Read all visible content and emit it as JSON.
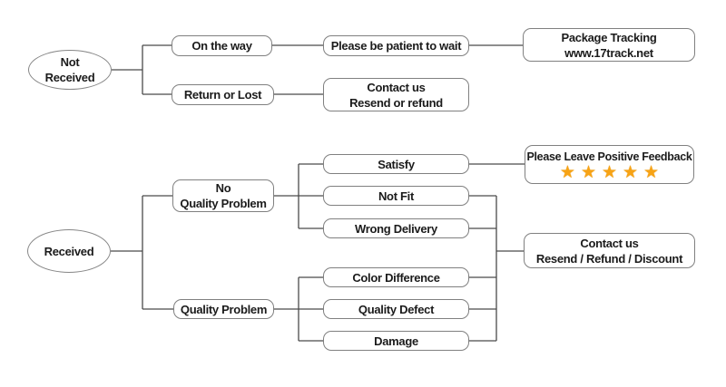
{
  "flowchart": {
    "nodes": {
      "not_received": "Not\nReceived",
      "on_the_way": "On the way",
      "please_wait": "Please be patient to wait",
      "package_tracking": "Package Tracking\nwww.17track.net",
      "return_or_lost": "Return or Lost",
      "contact_us_resend_refund": "Contact us\nResend or refund",
      "received": "Received",
      "no_quality_problem": "No\nQuality Problem",
      "satisfy": "Satisfy",
      "not_fit": "Not Fit",
      "wrong_delivery": "Wrong Delivery",
      "quality_problem": "Quality Problem",
      "color_difference": "Color Difference",
      "quality_defect": "Quality Defect",
      "damage": "Damage",
      "positive_feedback": "Please Leave Positive Feedback",
      "contact_us_resend_refund_discount": "Contact us\nResend / Refund / Discount"
    },
    "feedback_stars": {
      "count": 5,
      "glyphs": "★★★★★",
      "color": "#F7A315",
      "outline_color": "#E08E00"
    },
    "colors": {
      "background": "#FFFFFF",
      "box_border": "#808080",
      "connector_line": "#4A4A4A",
      "text": "#1B1B1B"
    }
  }
}
